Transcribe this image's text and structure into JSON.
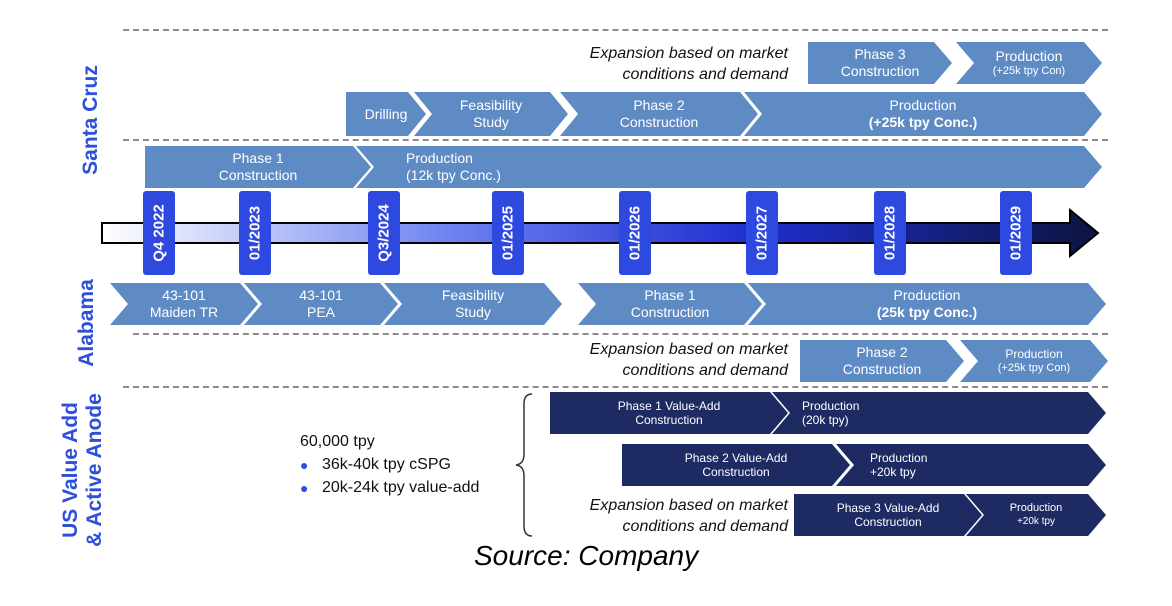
{
  "regions": {
    "santa_cruz": "Santa Cruz",
    "alabama": "Alabama",
    "us_value_add": [
      "US Value Add",
      "& Active Anode"
    ]
  },
  "expansion_note": [
    "Expansion based on market",
    "conditions and demand"
  ],
  "timeline": {
    "milestones": [
      "Q4 2022",
      "01/2023",
      "Q3/2024",
      "01/2025",
      "01/2026",
      "01/2027",
      "01/2028",
      "01/2029"
    ]
  },
  "santa_cruz": {
    "expansion": [
      {
        "l1": "Phase 3",
        "l2": "Construction"
      },
      {
        "l1": "Production",
        "l2": "(+25k tpy Con)"
      }
    ],
    "track2": [
      {
        "l1": "Drilling",
        "l2": ""
      },
      {
        "l1": "Feasibility",
        "l2": "Study"
      },
      {
        "l1": "Phase 2",
        "l2": "Construction"
      },
      {
        "l1": "Production",
        "l2": "(+25k tpy Conc.)"
      }
    ],
    "track1": [
      {
        "l1": "Phase 1",
        "l2": "Construction"
      },
      {
        "l1": "Production",
        "l2": "(12k tpy Conc.)"
      }
    ]
  },
  "alabama": {
    "track1": [
      {
        "l1": "43-101",
        "l2": "Maiden TR"
      },
      {
        "l1": "43-101",
        "l2": "PEA"
      },
      {
        "l1": "Feasibility",
        "l2": "Study"
      },
      {
        "l1": "Phase 1",
        "l2": "Construction"
      },
      {
        "l1": "Production",
        "l2": "(25k tpy Conc.)"
      }
    ],
    "expansion": [
      {
        "l1": "Phase 2",
        "l2": "Construction"
      },
      {
        "l1": "Production",
        "l2": "(+25k tpy Con)"
      }
    ]
  },
  "value_add": {
    "capacity": "60,000 tpy",
    "bullets": [
      "36k-40k tpy cSPG",
      "20k-24k tpy value-add"
    ],
    "row1": [
      {
        "l1": "Phase 1 Value-Add",
        "l2": "Construction"
      },
      {
        "l1": "Production",
        "l2": "(20k tpy)"
      }
    ],
    "row2": [
      {
        "l1": "Phase 2 Value-Add",
        "l2": "Construction"
      },
      {
        "l1": "Production",
        "l2": "+20k tpy"
      }
    ],
    "row3": [
      {
        "l1": "Phase 3 Value-Add",
        "l2": "Construction"
      },
      {
        "l1": "Production",
        "l2": "+20k tpy"
      }
    ]
  },
  "source": "Source: Company",
  "colors": {
    "light_arrow": "#5f8bc4",
    "dark_arrow": "#1e2b63",
    "milestone_box": "#2e49e0",
    "region_label": "#2d4fdc"
  }
}
